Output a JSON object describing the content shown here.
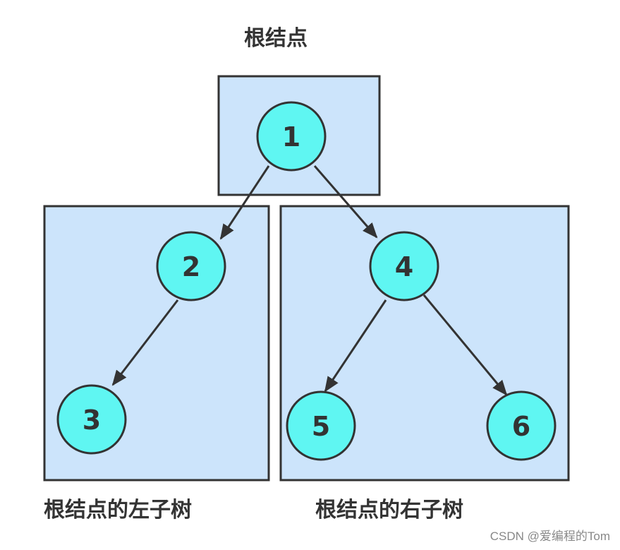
{
  "labels": {
    "root": "根结点",
    "left_subtree": "根结点的左子树",
    "right_subtree": "根结点的右子树"
  },
  "watermark": "CSDN @爱编程的Tom",
  "nodes": [
    {
      "id": "n1",
      "label": "1"
    },
    {
      "id": "n2",
      "label": "2"
    },
    {
      "id": "n3",
      "label": "3"
    },
    {
      "id": "n4",
      "label": "4"
    },
    {
      "id": "n5",
      "label": "5"
    },
    {
      "id": "n6",
      "label": "6"
    }
  ],
  "edges": [
    {
      "from": "1",
      "to": "2"
    },
    {
      "from": "1",
      "to": "4"
    },
    {
      "from": "2",
      "to": "3"
    },
    {
      "from": "4",
      "to": "5"
    },
    {
      "from": "4",
      "to": "6"
    }
  ],
  "colors": {
    "region_fill": "#cce4fb",
    "node_fill": "#5ff6f2",
    "stroke": "#333333"
  }
}
